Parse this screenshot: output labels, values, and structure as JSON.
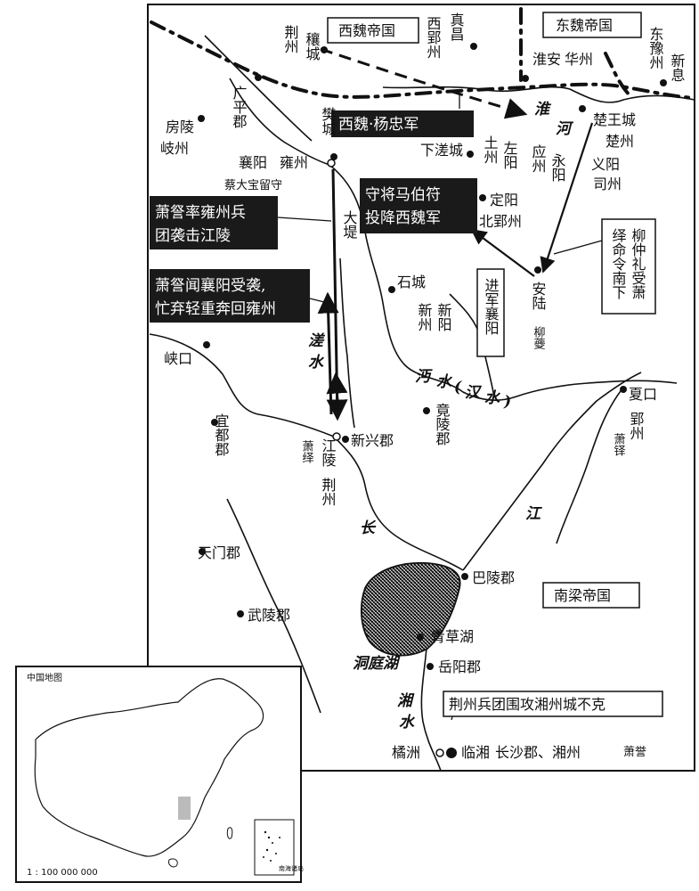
{
  "empires": {
    "west_wei": "西魏帝国",
    "east_wei": "东魏帝国",
    "south_liang": "南梁帝国"
  },
  "places": {
    "jingzhou_top": "荆州",
    "rangcheng": "穰城",
    "xiyingzhou": "西郢州",
    "zhenchang": "真昌",
    "huaian": "淮安",
    "huazhou": "华州",
    "dongyuzhou": "东豫州",
    "xinxi": "新息",
    "guangping": "广平郡",
    "fangling": "房陵",
    "qizhou": "岐州",
    "fancheng": "樊城",
    "xiangyang": "襄阳",
    "yongzhou": "雍州",
    "cai_dabao": "蔡大宝留守",
    "xiachacheng": "下溠城",
    "tuzhou": "土州",
    "zuoyang": "左阳",
    "yingzhou": "应州",
    "yongyang": "永阳",
    "chuwangcheng": "楚王城",
    "chuzhou": "楚州",
    "yiyang": "义阳",
    "sizhou": "司州",
    "dingyang": "定阳",
    "beiyingzhou": "北郢州",
    "dadi": "大堤",
    "shicheng": "石城",
    "xinyang": "新阳",
    "xinzhou": "新州",
    "anlu": "安陆",
    "liuyan": "柳䕫",
    "xiakou_w": "峡口",
    "jingling": "竟陵郡",
    "xiakou_e": "夏口",
    "yingzhou2": "郢州",
    "xiaoyi": "萧铎",
    "yidu": "宜都郡",
    "jiangling": "江陵",
    "xiao_yi": "萧绎",
    "jingzhou": "荆州",
    "xinxing": "新兴郡",
    "tianmen": "天门郡",
    "baling": "巴陵郡",
    "wuling": "武陵郡",
    "qingcao": "青草湖",
    "yueyang": "岳阳郡",
    "juzhou": "橘洲",
    "linxiang": "临湘",
    "changsha": "长沙郡、湘州",
    "xiaoyu": "萧誉"
  },
  "rivers": {
    "huai": "淮",
    "he": "河",
    "zha": "溠",
    "shui": "水",
    "mian": "沔",
    "mian2": "水",
    "han_open": "(",
    "han": "汉",
    "han2": "水",
    "han_close": ")",
    "chang": "长",
    "jiang": "江",
    "dongting": "洞庭湖",
    "xiang": "湘",
    "xiang2": "水"
  },
  "annotations": {
    "west_wei_army": "西魏·杨忠军",
    "ma_boshou": "守将马伯符",
    "ma_boshou2": "投降西魏军",
    "xiao_cha_line1": "萧詧率雍州兵",
    "xiao_cha_line2": "团袭击江陵",
    "xiao_cha2_line1": "萧詧闻襄阳受袭,",
    "xiao_cha2_line2": "忙弃轻重奔回雍州",
    "liu_line1": "柳仲礼受萧",
    "liu_line2": "绎命令南下",
    "jinjun": "进军襄阳",
    "jingzhou_siege": "荆州兵团围攻湘州城不克"
  },
  "inset": {
    "title": "中国地图",
    "scale": "1 : 100 000 000",
    "south_sea": "南海诸岛"
  }
}
